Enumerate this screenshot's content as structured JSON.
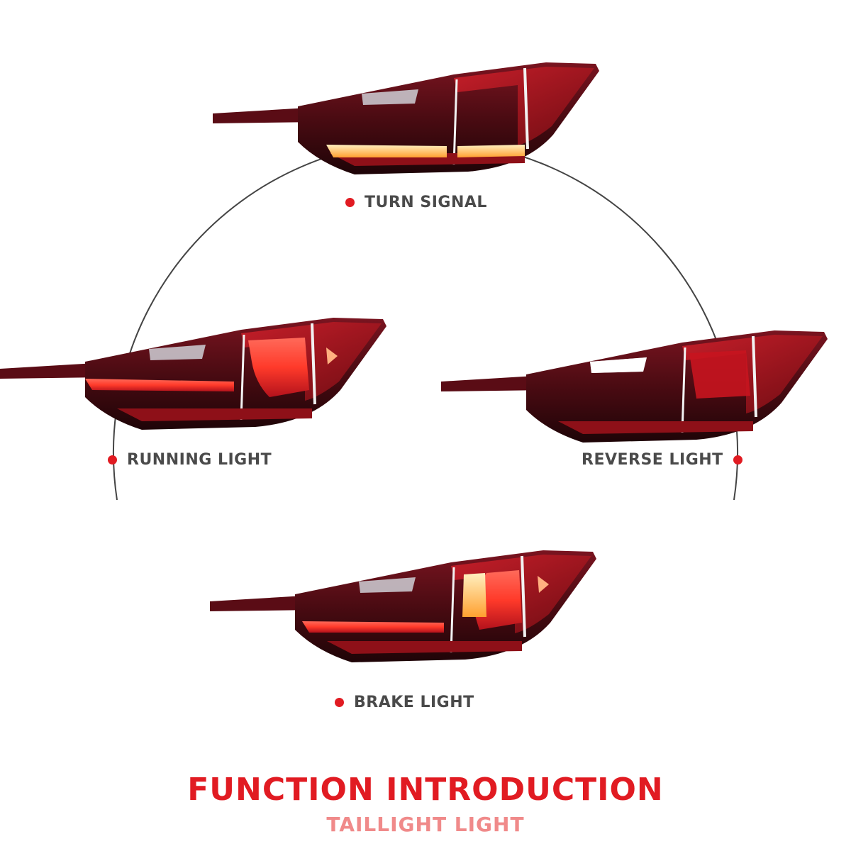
{
  "labels": {
    "turn_signal": "TURN SIGNAL",
    "running_light": "RUNNING LIGHT",
    "reverse_light": "REVERSE LIGHT",
    "brake_light": "BRAKE LIGHT"
  },
  "heading": {
    "title": "FUNCTION INTRODUCTION",
    "subtitle": "TAILLIGHT LIGHT"
  },
  "colors": {
    "accent_red": "#e11b22",
    "subtitle_pink": "#f08a8a",
    "label_gray": "#4a4a4a",
    "lamp_body": "#3a0a10",
    "lamp_lens": "#b3121c",
    "amber": "#ffb347"
  },
  "lamps": [
    {
      "state": "turn-signal",
      "active": "amber-bottom"
    },
    {
      "state": "running-light",
      "active": "red-bar"
    },
    {
      "state": "reverse-light",
      "active": "white-reverse"
    },
    {
      "state": "brake-light",
      "active": "red-bar-amber-center"
    }
  ]
}
